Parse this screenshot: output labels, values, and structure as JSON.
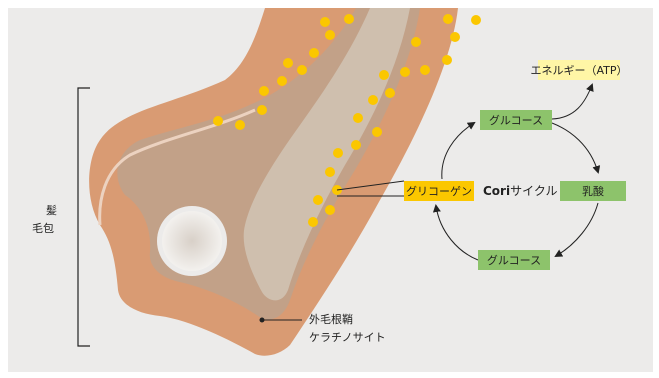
{
  "labels": {
    "hair_line1": "髪",
    "hair_line2": "毛包",
    "sheath_line1": "外毛根鞘",
    "sheath_line2": "ケラチノサイト"
  },
  "cycle": {
    "center_bold": "Cori",
    "center_rest": "サイクル",
    "glucose_top": "グルコース",
    "glucose_bottom": "グルコース",
    "lactate": "乳酸",
    "glycogen": "グリコーゲン",
    "energy": "エネルギー（ATP）"
  },
  "colors": {
    "background": "#ecebea",
    "outer_sheath": "#d99b73",
    "inner_layer": "#c2a188",
    "hair_shaft": "#cfbfae",
    "granule": "#fbc700",
    "green_box": "#8dc36b",
    "glycogen_box": "#fbc700",
    "energy_box": "#fff6a6",
    "arrow": "#222222"
  }
}
